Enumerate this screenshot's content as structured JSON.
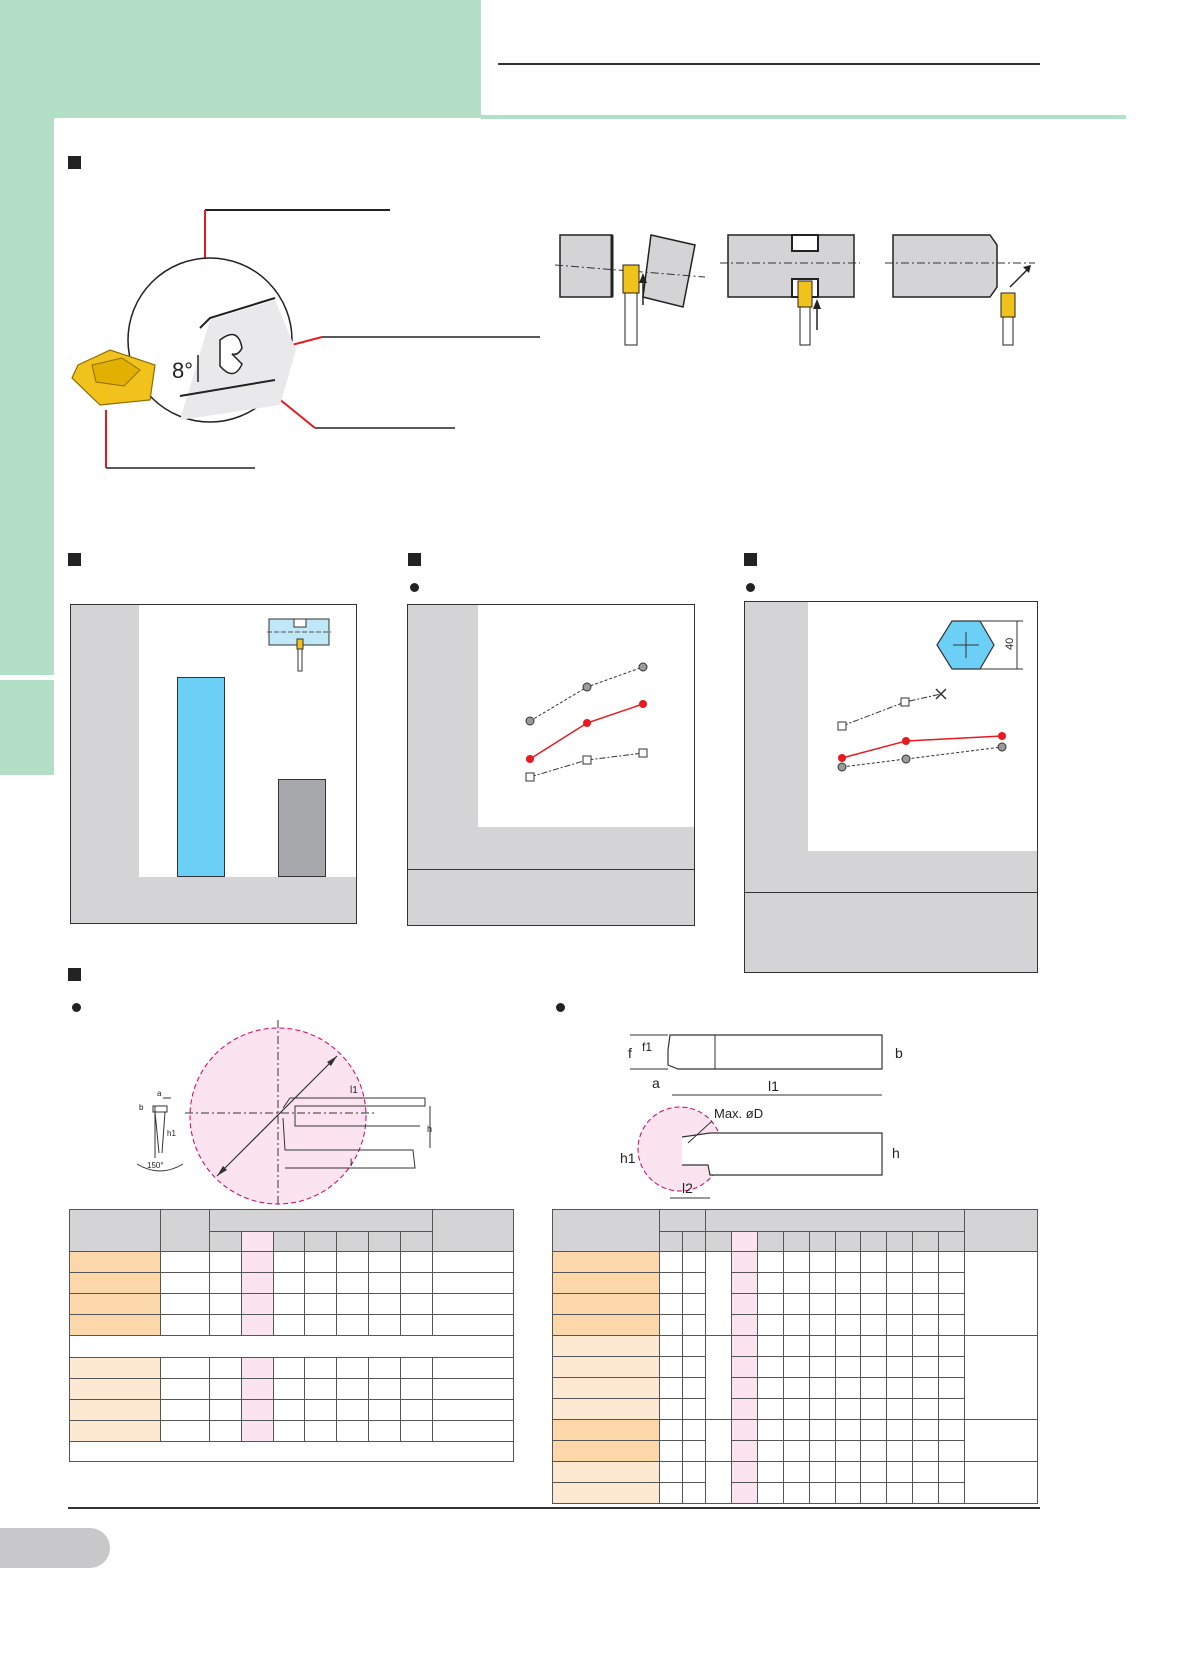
{
  "figures": {
    "edge_angle": "8°",
    "dim_height": "40",
    "included_angle": "150°",
    "dim_labels": [
      "a",
      "b",
      "h1",
      "l1",
      "h",
      "l",
      "f",
      "f1",
      "l1",
      "b",
      "h",
      "h1",
      "l2"
    ],
    "max_d": "Max. øD"
  },
  "colors": {
    "green_side": "#b3dfc6",
    "insert_yellow": "#f2c21c",
    "bar_blue": "#6ccff6",
    "bar_gray": "#a7a8ab",
    "panel_gray": "#d4d4d6",
    "line_red": "#e8191f",
    "orange_row": "#fbd7a9",
    "light_orange_row": "#fde9d2",
    "pink_col": "#fbe4f0"
  }
}
